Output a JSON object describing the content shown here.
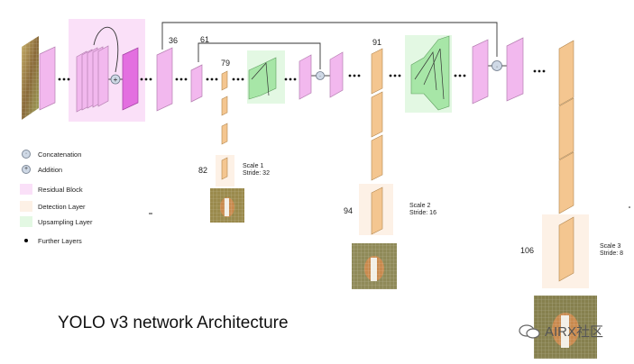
{
  "title": "YOLO v3 network Architecture",
  "layer_numbers": [
    "36",
    "61",
    "79",
    "82",
    "91",
    "94",
    "106"
  ],
  "legend": [
    {
      "label": "Concatenation",
      "symbol": "concat-icon"
    },
    {
      "label": "Addition",
      "symbol": "addition-icon"
    },
    {
      "label": "Residual Block",
      "symbol": "residual-swatch"
    },
    {
      "label": "Detection Layer",
      "symbol": "detection-swatch"
    },
    {
      "label": "Upsampling Layer",
      "symbol": "upsampling-swatch"
    },
    {
      "label": "Further Layers",
      "symbol": "dot-icon"
    }
  ],
  "scales": [
    {
      "name": "Scale 1",
      "stride": "Stride: 32"
    },
    {
      "name": "Scale 2",
      "stride": "Stride: 16"
    },
    {
      "name": "Scale 3",
      "stride": "Stride: 8"
    }
  ],
  "watermark": "AIRX社区",
  "colors": {
    "pink_layer": "#f2b8ee",
    "residual_box": "#fae0f8",
    "magenta_layer": "#e36fe0",
    "detection_layer": "#f4c690",
    "detection_box": "#fdf1e6",
    "upsample_box": "#e3f8e3",
    "upsample_layer": "#a7e6a7",
    "node": "#cfd9e6"
  }
}
